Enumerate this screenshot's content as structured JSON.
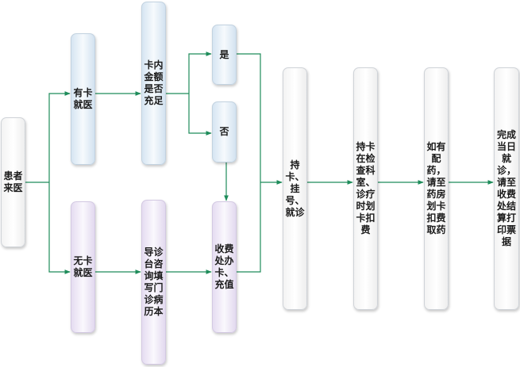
{
  "diagram": {
    "colors": {
      "connector": "#1e8c5a",
      "neutral_box": "#f3f3f3",
      "card_path_box": "#d6e5f2",
      "no_card_path_box": "#e5dcf1"
    },
    "nodes": {
      "patient_arrives": "患者来医",
      "has_card": "有卡就医",
      "balance_check": "卡内金额是否充足",
      "yes": "是",
      "no": "否",
      "no_card": "无卡就医",
      "fill_record": "导诊台咨询填写门诊病历本",
      "cashier": "收费处办卡、充值",
      "register": "持卡、挂号、就诊",
      "exam_pay": "持卡在检查科室、诊疗时划卡扣费",
      "pharmacy": "如有配药，请至药房划卡扣费取药",
      "settle": "完成当日就诊，请至收费处结算打印票据"
    }
  }
}
